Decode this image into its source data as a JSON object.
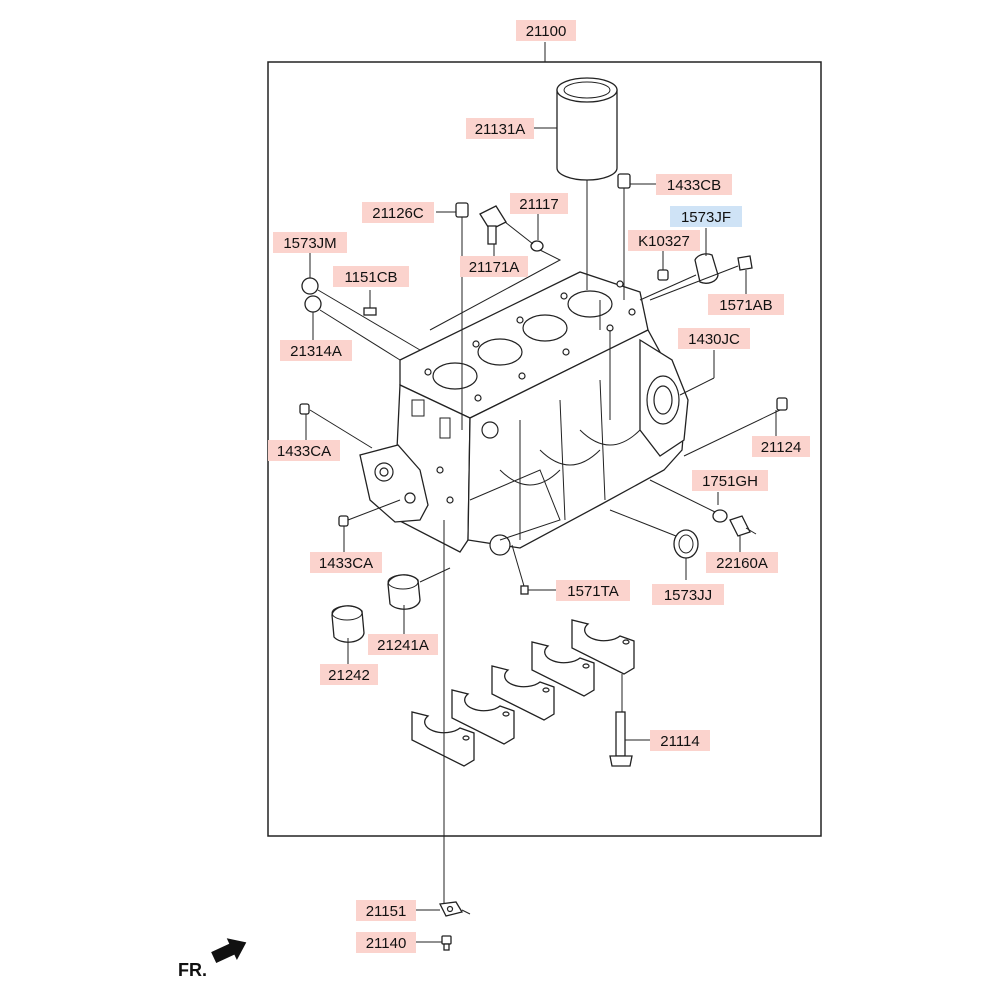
{
  "colors": {
    "label_bg": "#fbd3cd",
    "label_highlight_bg": "#cfe3f6"
  },
  "labels": {
    "p21100": "21100",
    "p21131A": "21131A",
    "p1433CB": "1433CB",
    "p21126C": "21126C",
    "p21117": "21117",
    "p1573JF": "1573JF",
    "pK10327": "K10327",
    "p1573JM": "1573JM",
    "p21171A": "21171A",
    "p1151CB": "1151CB",
    "p1571AB": "1571AB",
    "p21314A": "21314A",
    "p1430JC": "1430JC",
    "p1433CA_top": "1433CA",
    "p21124": "21124",
    "p1751GH": "1751GH",
    "p1433CA_bottom": "1433CA",
    "p22160A": "22160A",
    "p1571TA": "1571TA",
    "p1573JJ": "1573JJ",
    "p21241A": "21241A",
    "p21242": "21242",
    "p21114": "21114",
    "p21151": "21151",
    "p21140": "21140",
    "fr": "FR."
  }
}
